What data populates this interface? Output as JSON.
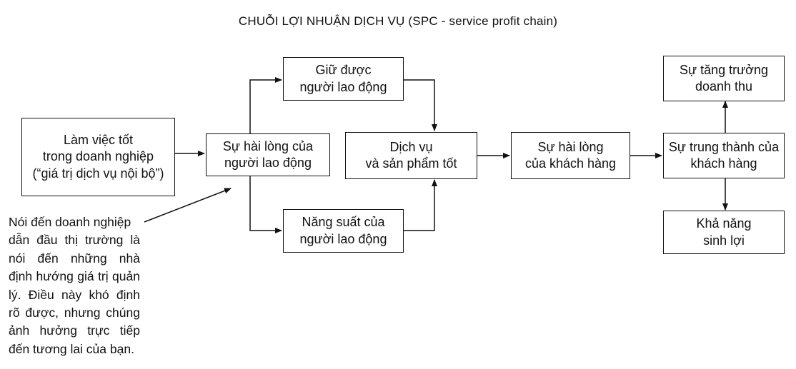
{
  "title": "CHUỖI LỢI NHUẬN DỊCH VỤ (SPC - service profit chain)",
  "boxes": {
    "work_well": [
      "Làm việc tốt",
      "trong doanh nghiệp",
      "(“giá trị dịch vụ nội bộ”)"
    ],
    "employee_satisfaction": [
      "Sự hài lòng của",
      "người lao động"
    ],
    "employee_retention": [
      "Giữ được",
      "người lao động"
    ],
    "employee_productivity": [
      "Năng suất của",
      "người lao động"
    ],
    "good_service": [
      "Dịch vụ",
      "và sản phẩm tốt"
    ],
    "customer_satisfaction": [
      "Sự hài lòng",
      "của khách hàng"
    ],
    "customer_loyalty": [
      "Sự trung thành của",
      "khách hàng"
    ],
    "revenue_growth": [
      "Sự tăng trưởng",
      "doanh thu"
    ],
    "profitability": [
      "Khả năng",
      "sinh lợi"
    ]
  },
  "note": [
    "Nói đến doanh nghiệp",
    "dẫn đầu thị trường là",
    "nói đến những nhà",
    "định hướng giá trị quản",
    "lý. Điều này khó định",
    "rõ được, nhưng chúng",
    "ảnh hưởng trực tiếp",
    "đến tương lai của bạn."
  ]
}
